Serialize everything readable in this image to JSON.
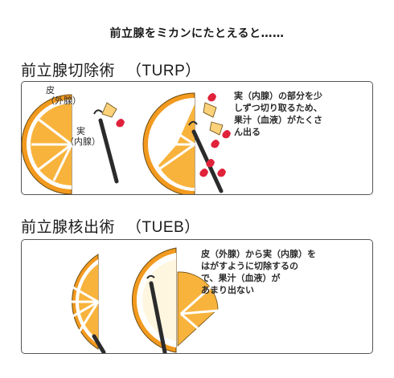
{
  "caption": "前立腺をミカンにたとえると……",
  "turp": {
    "title": "前立腺切除術",
    "abbr": "（TURP）",
    "label_skin_1": "皮",
    "label_skin_2": "（外腺）",
    "label_flesh_1": "実",
    "label_flesh_2": "（内腺）",
    "desc": [
      "実（内腺）の部分を少",
      "しずつ切り取るため、",
      "果汁（血液）がたくさ",
      "ん出る"
    ]
  },
  "tueb": {
    "title": "前立腺核出術",
    "abbr": "（TUEB）",
    "desc": [
      "皮（外腺）から実（内腺）を",
      "はがすように切除するの",
      "で、果汁（血液）が",
      "あまり出ない"
    ]
  },
  "colors": {
    "orange": "#F8B33C",
    "orange_light": "#FBD27A",
    "peel": "#F29A1F",
    "pith": "#FFFFFF",
    "blood": "#E0223A",
    "instrument": "#2B2B2B",
    "outline": "#6b4a10"
  }
}
